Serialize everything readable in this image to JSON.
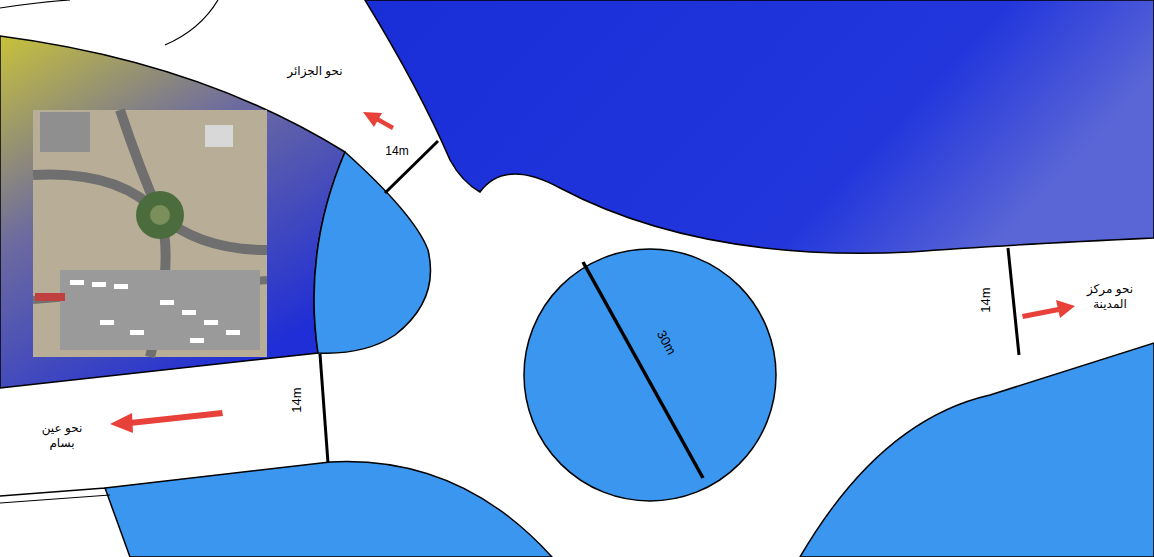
{
  "diagram": {
    "nodes": [
      {
        "text": [
          "30m"
        ]
      }
    ],
    "labels": [
      "نحو الجزائر",
      "14m",
      "14m",
      "نحو مركز المدينة",
      "14m",
      "نحو عين بسام"
    ]
  }
}
